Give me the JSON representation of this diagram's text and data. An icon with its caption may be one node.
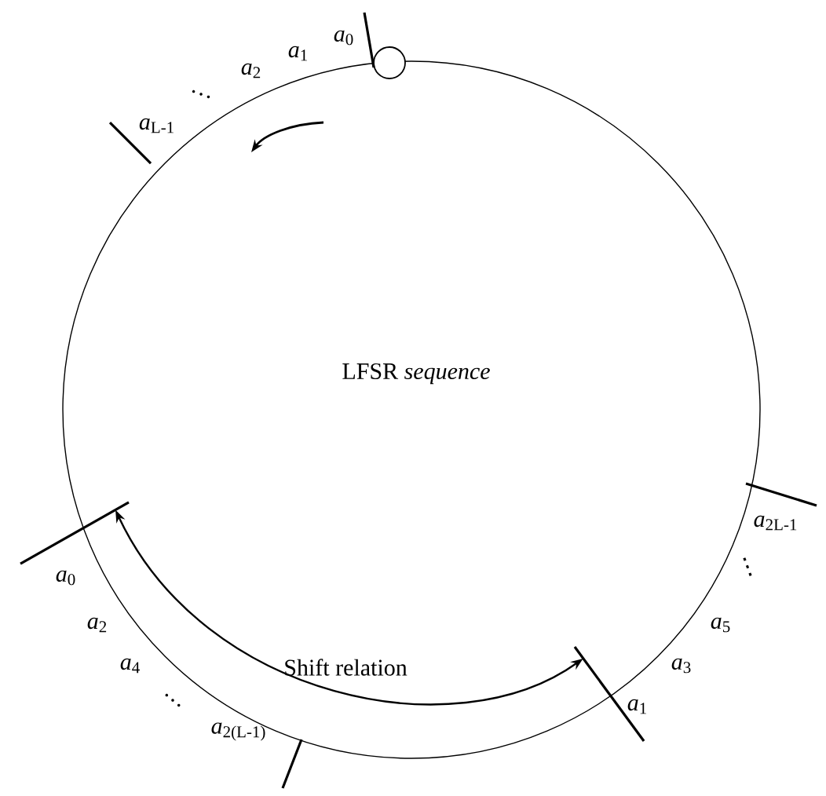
{
  "diagram": {
    "nodes": [
      {
        "text": [],
        "shape": "bar"
      },
      {
        "text": [],
        "shape": "bar"
      }
    ],
    "edges": [
      {
        "from": 0,
        "to": 1,
        "arrow": "both",
        "label": "Shift relation"
      }
    ],
    "labels": [
      "*a*$_{0}$",
      "*a*$_{1}$",
      "*a*$_{2}$",
      "…",
      "*a*$_{L-1}$",
      "LFSR *sequence*",
      "*a*$_{0}$",
      "*a*$_{2}$",
      "*a*$_{4}$",
      "…",
      "*a*$_{2(L-1)}$",
      "*a*$_{2L-1}$",
      "⋮",
      "*a*$_{5}$",
      "*a*$_{3}$",
      "*a*$_{1}$"
    ]
  }
}
